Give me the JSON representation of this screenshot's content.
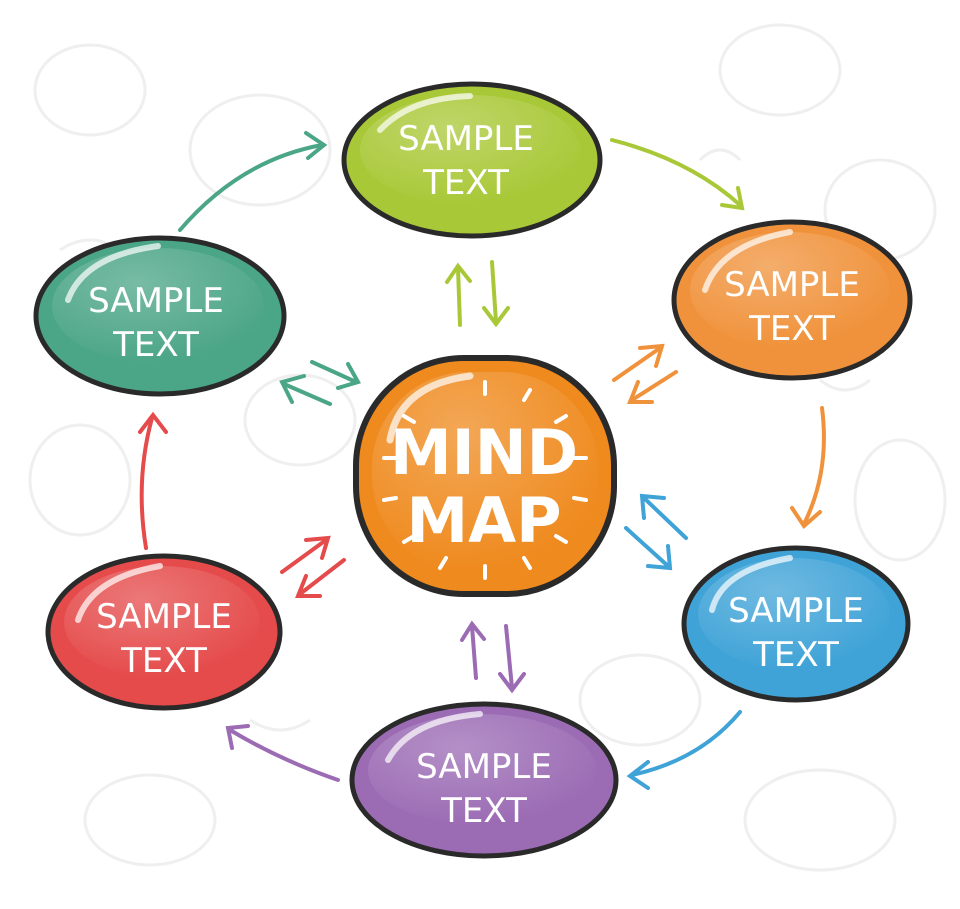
{
  "center": {
    "line1": "MIND",
    "line2": "MAP",
    "color": "#ef8a1e"
  },
  "nodes": [
    {
      "id": "top",
      "line1": "SAMPLE",
      "line2": "TEXT",
      "color": "#a9c837"
    },
    {
      "id": "upper-right",
      "line1": "SAMPLE",
      "line2": "TEXT",
      "color": "#f0923b"
    },
    {
      "id": "lower-right",
      "line1": "SAMPLE",
      "line2": "TEXT",
      "color": "#3fa3d7"
    },
    {
      "id": "bottom",
      "line1": "SAMPLE",
      "line2": "TEXT",
      "color": "#9b6bb4"
    },
    {
      "id": "lower-left",
      "line1": "SAMPLE",
      "line2": "TEXT",
      "color": "#e54b4b"
    },
    {
      "id": "upper-left",
      "line1": "SAMPLE",
      "line2": "TEXT",
      "color": "#4ba587"
    }
  ],
  "colors": {
    "outline": "#2a2a2a",
    "arrow_green": "#a9c837",
    "arrow_orange": "#f0923b",
    "arrow_blue": "#3fa3d7",
    "arrow_purple": "#9b6bb4",
    "arrow_red": "#e54b4b",
    "arrow_teal": "#4ba587",
    "background_doodle": "#eeeeee"
  }
}
